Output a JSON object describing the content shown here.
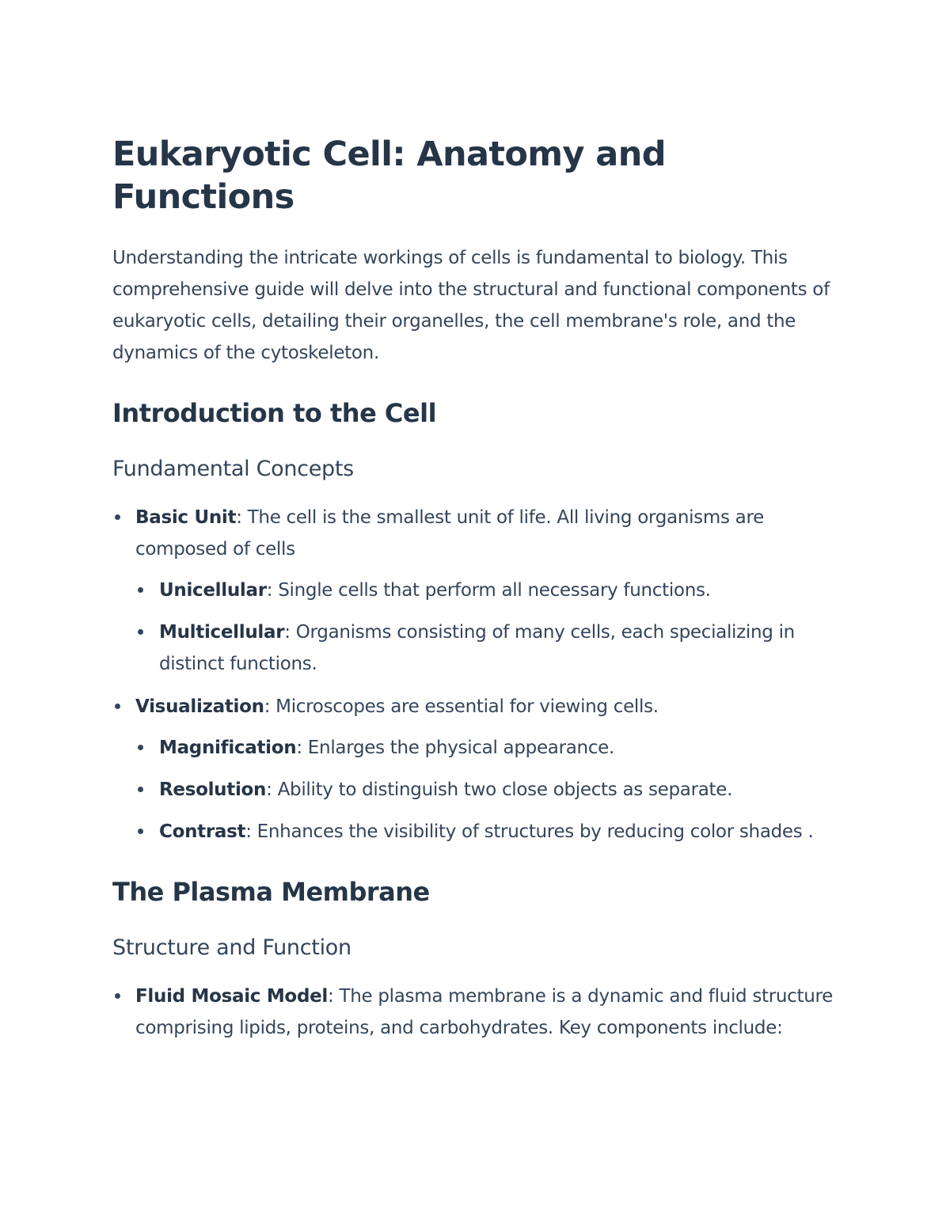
{
  "title": "Eukaryotic Cell: Anatomy and Functions",
  "intro": "Understanding the intricate workings of cells is fundamental to biology. This comprehensive guide will delve into the structural and functional components of eukaryotic cells, detailing their organelles, the cell membrane's role, and the dynamics of the cytoskeleton.",
  "sections": [
    {
      "heading": "Introduction to the Cell",
      "subheading": "Fundamental Concepts",
      "items": [
        {
          "term": "Basic Unit",
          "text": ": The cell is the smallest unit of life. All living organisms are composed of cells",
          "children": [
            {
              "term": "Unicellular",
              "text": ": Single cells that perform all necessary functions."
            },
            {
              "term": "Multicellular",
              "text": ": Organisms consisting of many cells, each specializing in distinct functions."
            }
          ]
        },
        {
          "term": "Visualization",
          "text": ": Microscopes are essential for viewing cells.",
          "children": [
            {
              "term": "Magnification",
              "text": ": Enlarges the physical appearance."
            },
            {
              "term": "Resolution",
              "text": ": Ability to distinguish two close objects as separate."
            },
            {
              "term": "Contrast",
              "text": ": Enhances the visibility of structures by reducing color shades ."
            }
          ]
        }
      ]
    },
    {
      "heading": "The Plasma Membrane",
      "subheading": "Structure and Function",
      "items": [
        {
          "term": "Fluid Mosaic Model",
          "text": ": The plasma membrane is a dynamic and fluid structure comprising lipids, proteins, and carbohydrates. Key components include:"
        }
      ]
    }
  ]
}
